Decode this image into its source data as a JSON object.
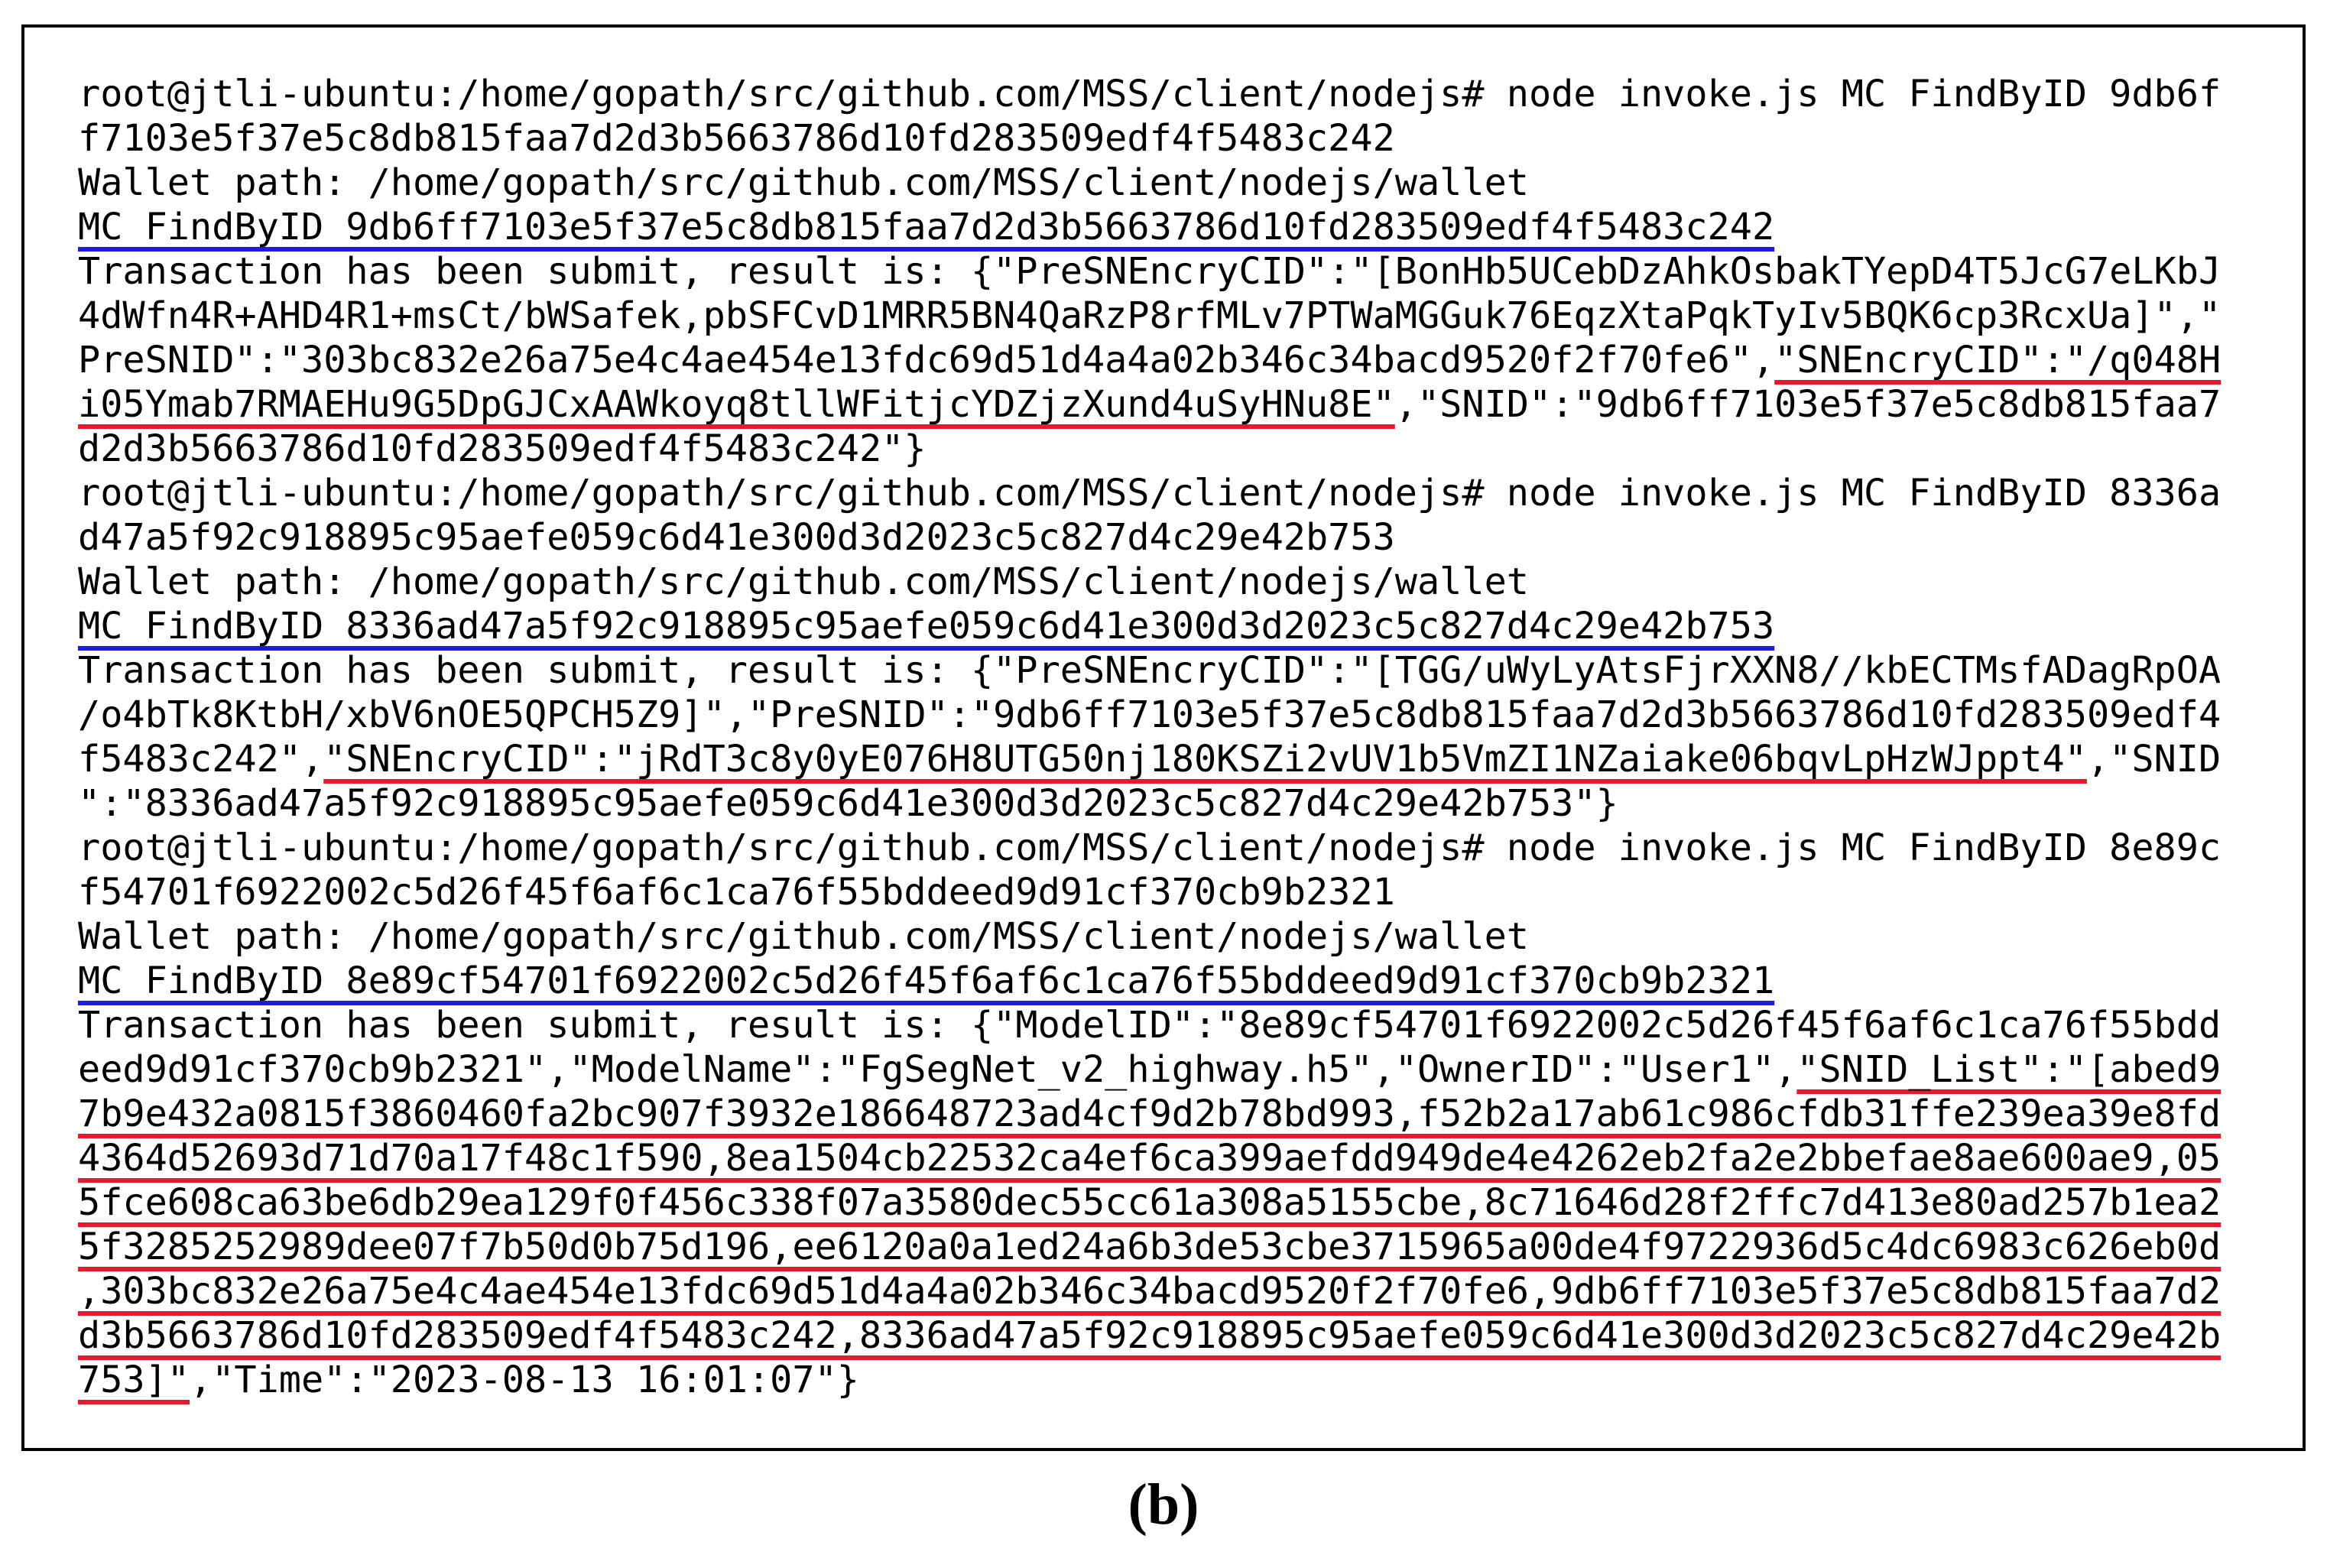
{
  "colors": {
    "border": "#000000",
    "text": "#000000",
    "underline_blue": "#1f1ae6",
    "underline_red": "#e8192c"
  },
  "terminal": {
    "lines": [
      [
        {
          "text": "root@jtli-ubuntu:/home/gopath/src/github.com/MSS/client/nodejs# node invoke.js MC FindByID 9db6f"
        }
      ],
      [
        {
          "text": "f7103e5f37e5c8db815faa7d2d3b5663786d10fd283509edf4f5483c242"
        }
      ],
      [
        {
          "text": "Wallet path: /home/gopath/src/github.com/MSS/client/nodejs/wallet"
        }
      ],
      [
        {
          "text": "MC FindByID 9db6ff7103e5f37e5c8db815faa7d2d3b5663786d10fd283509edf4f5483c242",
          "mark": "blue"
        }
      ],
      [
        {
          "text": "Transaction has been submit, result is: {\"PreSNEncryCID\":\"[BonHb5UCebDzAhkOsbakTYepD4T5JcG7eLKbJ"
        }
      ],
      [
        {
          "text": "4dWfn4R+AHD4R1+msCt/bWSafek,pbSFCvD1MRR5BN4QaRzP8rfMLv7PTWaMGGuk76EqzXtaPqkTyIv5BQK6cp3RcxUa]\",\""
        }
      ],
      [
        {
          "text": "PreSNID\":\"303bc832e26a75e4c4ae454e13fdc69d51d4a4a02b346c34bacd9520f2f70fe6\","
        },
        {
          "text": "\"SNEncryCID\":\"/q048H",
          "mark": "red"
        }
      ],
      [
        {
          "text": "i05Ymab7RMAEHu9G5DpGJCxAAWkoyq8tllWFitjcYDZjzXund4uSyHNu8E\"",
          "mark": "red"
        },
        {
          "text": ",\"SNID\":\"9db6ff7103e5f37e5c8db815faa7"
        }
      ],
      [
        {
          "text": "d2d3b5663786d10fd283509edf4f5483c242\"}"
        }
      ],
      [
        {
          "text": "root@jtli-ubuntu:/home/gopath/src/github.com/MSS/client/nodejs# node invoke.js MC FindByID 8336a"
        }
      ],
      [
        {
          "text": "d47a5f92c918895c95aefe059c6d41e300d3d2023c5c827d4c29e42b753"
        }
      ],
      [
        {
          "text": "Wallet path: /home/gopath/src/github.com/MSS/client/nodejs/wallet"
        }
      ],
      [
        {
          "text": "MC FindByID 8336ad47a5f92c918895c95aefe059c6d41e300d3d2023c5c827d4c29e42b753",
          "mark": "blue"
        }
      ],
      [
        {
          "text": "Transaction has been submit, result is: {\"PreSNEncryCID\":\"[TGG/uWyLyAtsFjrXXN8//kbECTMsfADagRpOA"
        }
      ],
      [
        {
          "text": "/o4bTk8KtbH/xbV6nOE5QPCH5Z9]\",\"PreSNID\":\"9db6ff7103e5f37e5c8db815faa7d2d3b5663786d10fd283509edf4"
        }
      ],
      [
        {
          "text": "f5483c242\","
        },
        {
          "text": "\"SNEncryCID\":\"jRdT3c8y0yE076H8UTG50nj180KSZi2vUV1b5VmZI1NZaiake06bqvLpHzWJppt4\"",
          "mark": "red"
        },
        {
          "text": ",\"SNID"
        }
      ],
      [
        {
          "text": "\":\"8336ad47a5f92c918895c95aefe059c6d41e300d3d2023c5c827d4c29e42b753\"}"
        }
      ],
      [
        {
          "text": "root@jtli-ubuntu:/home/gopath/src/github.com/MSS/client/nodejs# node invoke.js MC FindByID 8e89c"
        }
      ],
      [
        {
          "text": "f54701f6922002c5d26f45f6af6c1ca76f55bddeed9d91cf370cb9b2321"
        }
      ],
      [
        {
          "text": "Wallet path: /home/gopath/src/github.com/MSS/client/nodejs/wallet"
        }
      ],
      [
        {
          "text": "MC FindByID 8e89cf54701f6922002c5d26f45f6af6c1ca76f55bddeed9d91cf370cb9b2321",
          "mark": "blue"
        }
      ],
      [
        {
          "text": "Transaction has been submit, result is: {\"ModelID\":\"8e89cf54701f6922002c5d26f45f6af6c1ca76f55bdd"
        }
      ],
      [
        {
          "text": "eed9d91cf370cb9b2321\",\"ModelName\":\"FgSegNet_v2_highway.h5\",\"OwnerID\":\"User1\","
        },
        {
          "text": "\"SNID_List\":\"[abed9",
          "mark": "red"
        }
      ],
      [
        {
          "text": "7b9e432a0815f3860460fa2bc907f3932e186648723ad4cf9d2b78bd993,f52b2a17ab61c986cfdb31ffe239ea39e8fd",
          "mark": "red"
        }
      ],
      [
        {
          "text": "4364d52693d71d70a17f48c1f590,8ea1504cb22532ca4ef6ca399aefdd949de4e4262eb2fa2e2bbefae8ae600ae9,05",
          "mark": "red"
        }
      ],
      [
        {
          "text": "5fce608ca63be6db29ea129f0f456c338f07a3580dec55cc61a308a5155cbe,8c71646d28f2ffc7d413e80ad257b1ea2",
          "mark": "red"
        }
      ],
      [
        {
          "text": "5f3285252989dee07f7b50d0b75d196,ee6120a0a1ed24a6b3de53cbe3715965a00de4f9722936d5c4dc6983c626eb0d",
          "mark": "red"
        }
      ],
      [
        {
          "text": ",303bc832e26a75e4c4ae454e13fdc69d51d4a4a02b346c34bacd9520f2f70fe6,9db6ff7103e5f37e5c8db815faa7d2",
          "mark": "red"
        }
      ],
      [
        {
          "text": "d3b5663786d10fd283509edf4f5483c242,8336ad47a5f92c918895c95aefe059c6d41e300d3d2023c5c827d4c29e42b",
          "mark": "red"
        }
      ],
      [
        {
          "text": "753]\"",
          "mark": "red"
        },
        {
          "text": ",\"Time\":\"2023-08-13 16:01:07\"}"
        }
      ]
    ]
  },
  "caption": "(b)"
}
